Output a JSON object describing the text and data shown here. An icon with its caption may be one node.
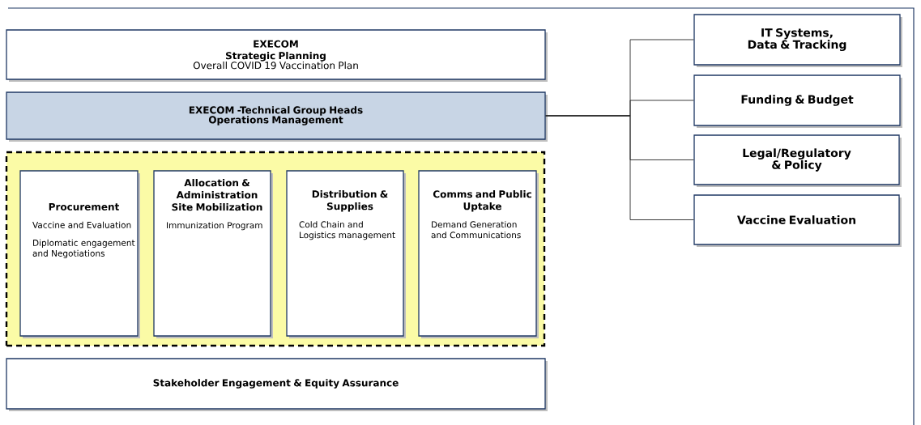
{
  "diagram": {
    "nodes": [
      {
        "text": [
          "EXECOM",
          "Strategic Planning",
          "Overall COVID 19 Vaccination Plan"
        ]
      },
      {
        "text": [
          "EXECOM -Technical Group Heads",
          "Operations Management"
        ]
      },
      {
        "text": [],
        "shape": "box"
      },
      {
        "text": [
          "Procurement",
          "Vaccine and Evaluation",
          "Diplomatic engagement and Negotiations"
        ],
        "in": 2
      },
      {
        "text": [
          "Allocation & Administration Site Mobilization",
          "Immunization Program"
        ],
        "in": 2
      },
      {
        "text": [
          "Distribution & Supplies",
          "Cold Chain and Logistics management"
        ],
        "in": 2
      },
      {
        "text": [
          "Comms and Public Uptake",
          "Demand Generation and Communications"
        ],
        "in": 2
      },
      {
        "text": [
          "Stakeholder Engagement & Equity Assurance"
        ]
      },
      {
        "text": [
          "IT Systems, Data & Tracking"
        ]
      },
      {
        "text": [
          "Funding & Budget"
        ]
      },
      {
        "text": [
          "Legal/Regulatory & Policy"
        ]
      },
      {
        "text": [
          "Vaccine Evaluation"
        ]
      }
    ],
    "edges": [
      {
        "from": 1,
        "to": 8,
        "arrow": "none"
      },
      {
        "from": 1,
        "to": 9,
        "arrow": "none"
      },
      {
        "from": 1,
        "to": 10,
        "arrow": "none"
      },
      {
        "from": 1,
        "to": 11,
        "arrow": "none"
      }
    ]
  }
}
